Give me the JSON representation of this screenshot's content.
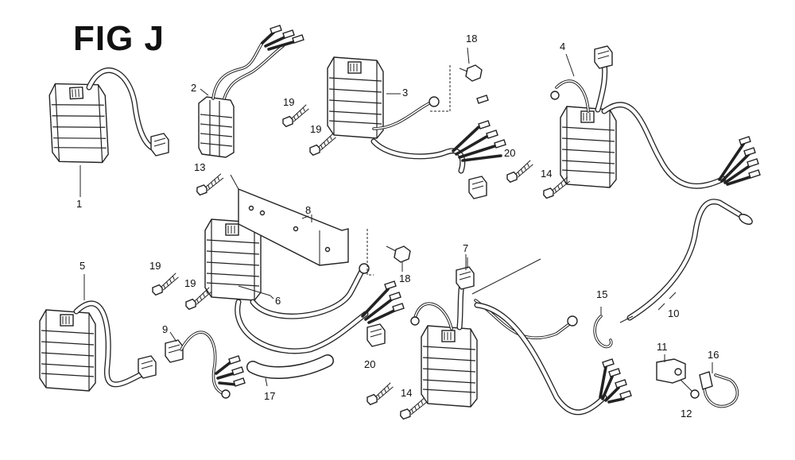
{
  "figure": {
    "title": "FIG J"
  },
  "callouts": {
    "c1": "1",
    "c2": "2",
    "c3": "3",
    "c4": "4",
    "c5": "5",
    "c6": "6",
    "c7": "7",
    "c8": "8",
    "c9": "9",
    "c10": "10",
    "c11": "11",
    "c12": "12",
    "c13": "13",
    "c14a": "14",
    "c14b": "14",
    "c15": "15",
    "c16": "16",
    "c17": "17",
    "c18a": "18",
    "c18b": "18",
    "c19a": "19",
    "c19b": "19",
    "c19c": "19",
    "c19d": "19",
    "c20a": "20",
    "c20b": "20"
  }
}
